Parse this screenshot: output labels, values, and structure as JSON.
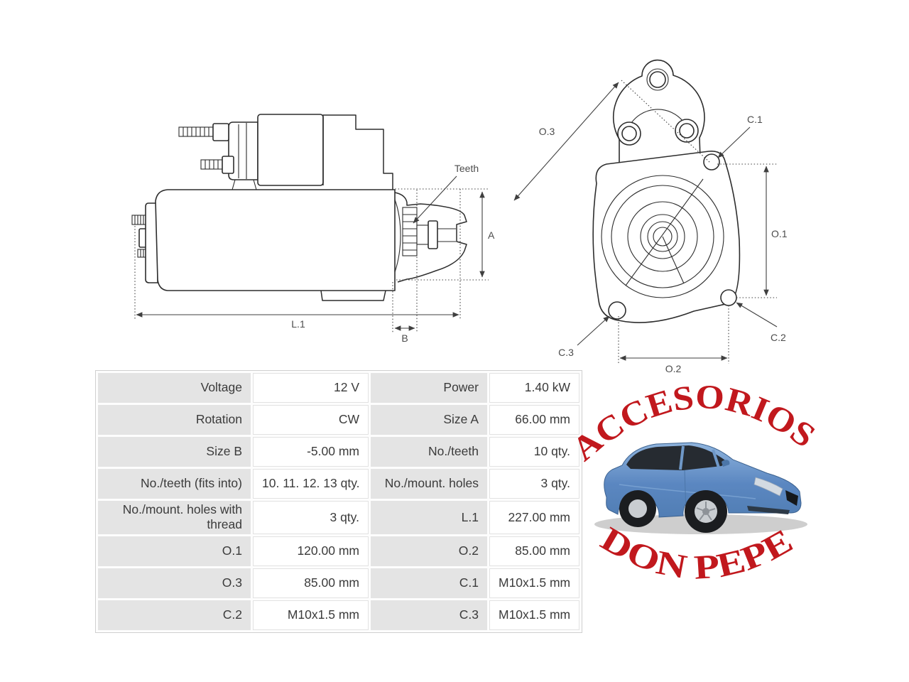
{
  "diagram": {
    "side_view": {
      "teeth": "Teeth",
      "a": "A",
      "b": "B",
      "l1": "L.1"
    },
    "front_view": {
      "o1": "O.1",
      "o2": "O.2",
      "o3": "O.3",
      "c1": "C.1",
      "c2": "C.2",
      "c3": "C.3"
    }
  },
  "spec_table": {
    "rows": [
      [
        "Voltage",
        "12 V",
        "Power",
        "1.40 kW"
      ],
      [
        "Rotation",
        "CW",
        "Size A",
        "66.00 mm"
      ],
      [
        "Size B",
        "-5.00 mm",
        "No./teeth",
        "10 qty."
      ],
      [
        "No./teeth (fits into)",
        "10. 11. 12. 13 qty.",
        "No./mount. holes",
        "3 qty."
      ],
      [
        "No./mount. holes with thread",
        "3 qty.",
        "L.1",
        "227.00 mm"
      ],
      [
        "O.1",
        "120.00 mm",
        "O.2",
        "85.00 mm"
      ],
      [
        "O.3",
        "85.00 mm",
        "C.1",
        "M10x1.5 mm"
      ],
      [
        "C.2",
        "M10x1.5 mm",
        "C.3",
        "M10x1.5 mm"
      ]
    ]
  },
  "watermark": {
    "arc_top": "ACCESORIOS",
    "arc_bottom": "DON PEPE",
    "text_color": "#c1181d",
    "car": {
      "body": "#5b87c1",
      "body_light": "#8fb4dd",
      "body_dark": "#517eb4",
      "glass": "#262b31",
      "shadow": "#bdbdbd"
    }
  }
}
